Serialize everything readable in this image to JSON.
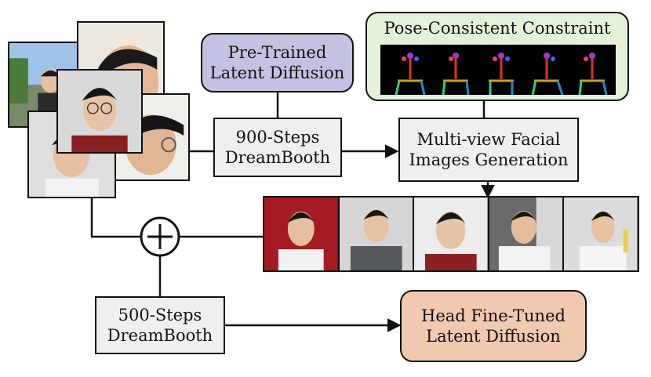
{
  "nodes": {
    "pretrained": "Pre-Trained\nLatent Diffusion",
    "pose": "Pose-Consistent Constraint",
    "db900": "900-Steps\nDreamBooth",
    "multiview": "Multi-view Facial\nImages Generation",
    "db500": "500-Steps\nDreamBooth",
    "headft": "Head Fine-Tuned\nLatent Diffusion"
  },
  "colors": {
    "purple_fill": "#c4c2e2",
    "green_fill": "#e4f1da",
    "orange_fill": "#f0c9ae",
    "grey_fill": "#efefef",
    "line": "#111111"
  },
  "icons": {
    "plus": "circled-plus-icon"
  }
}
